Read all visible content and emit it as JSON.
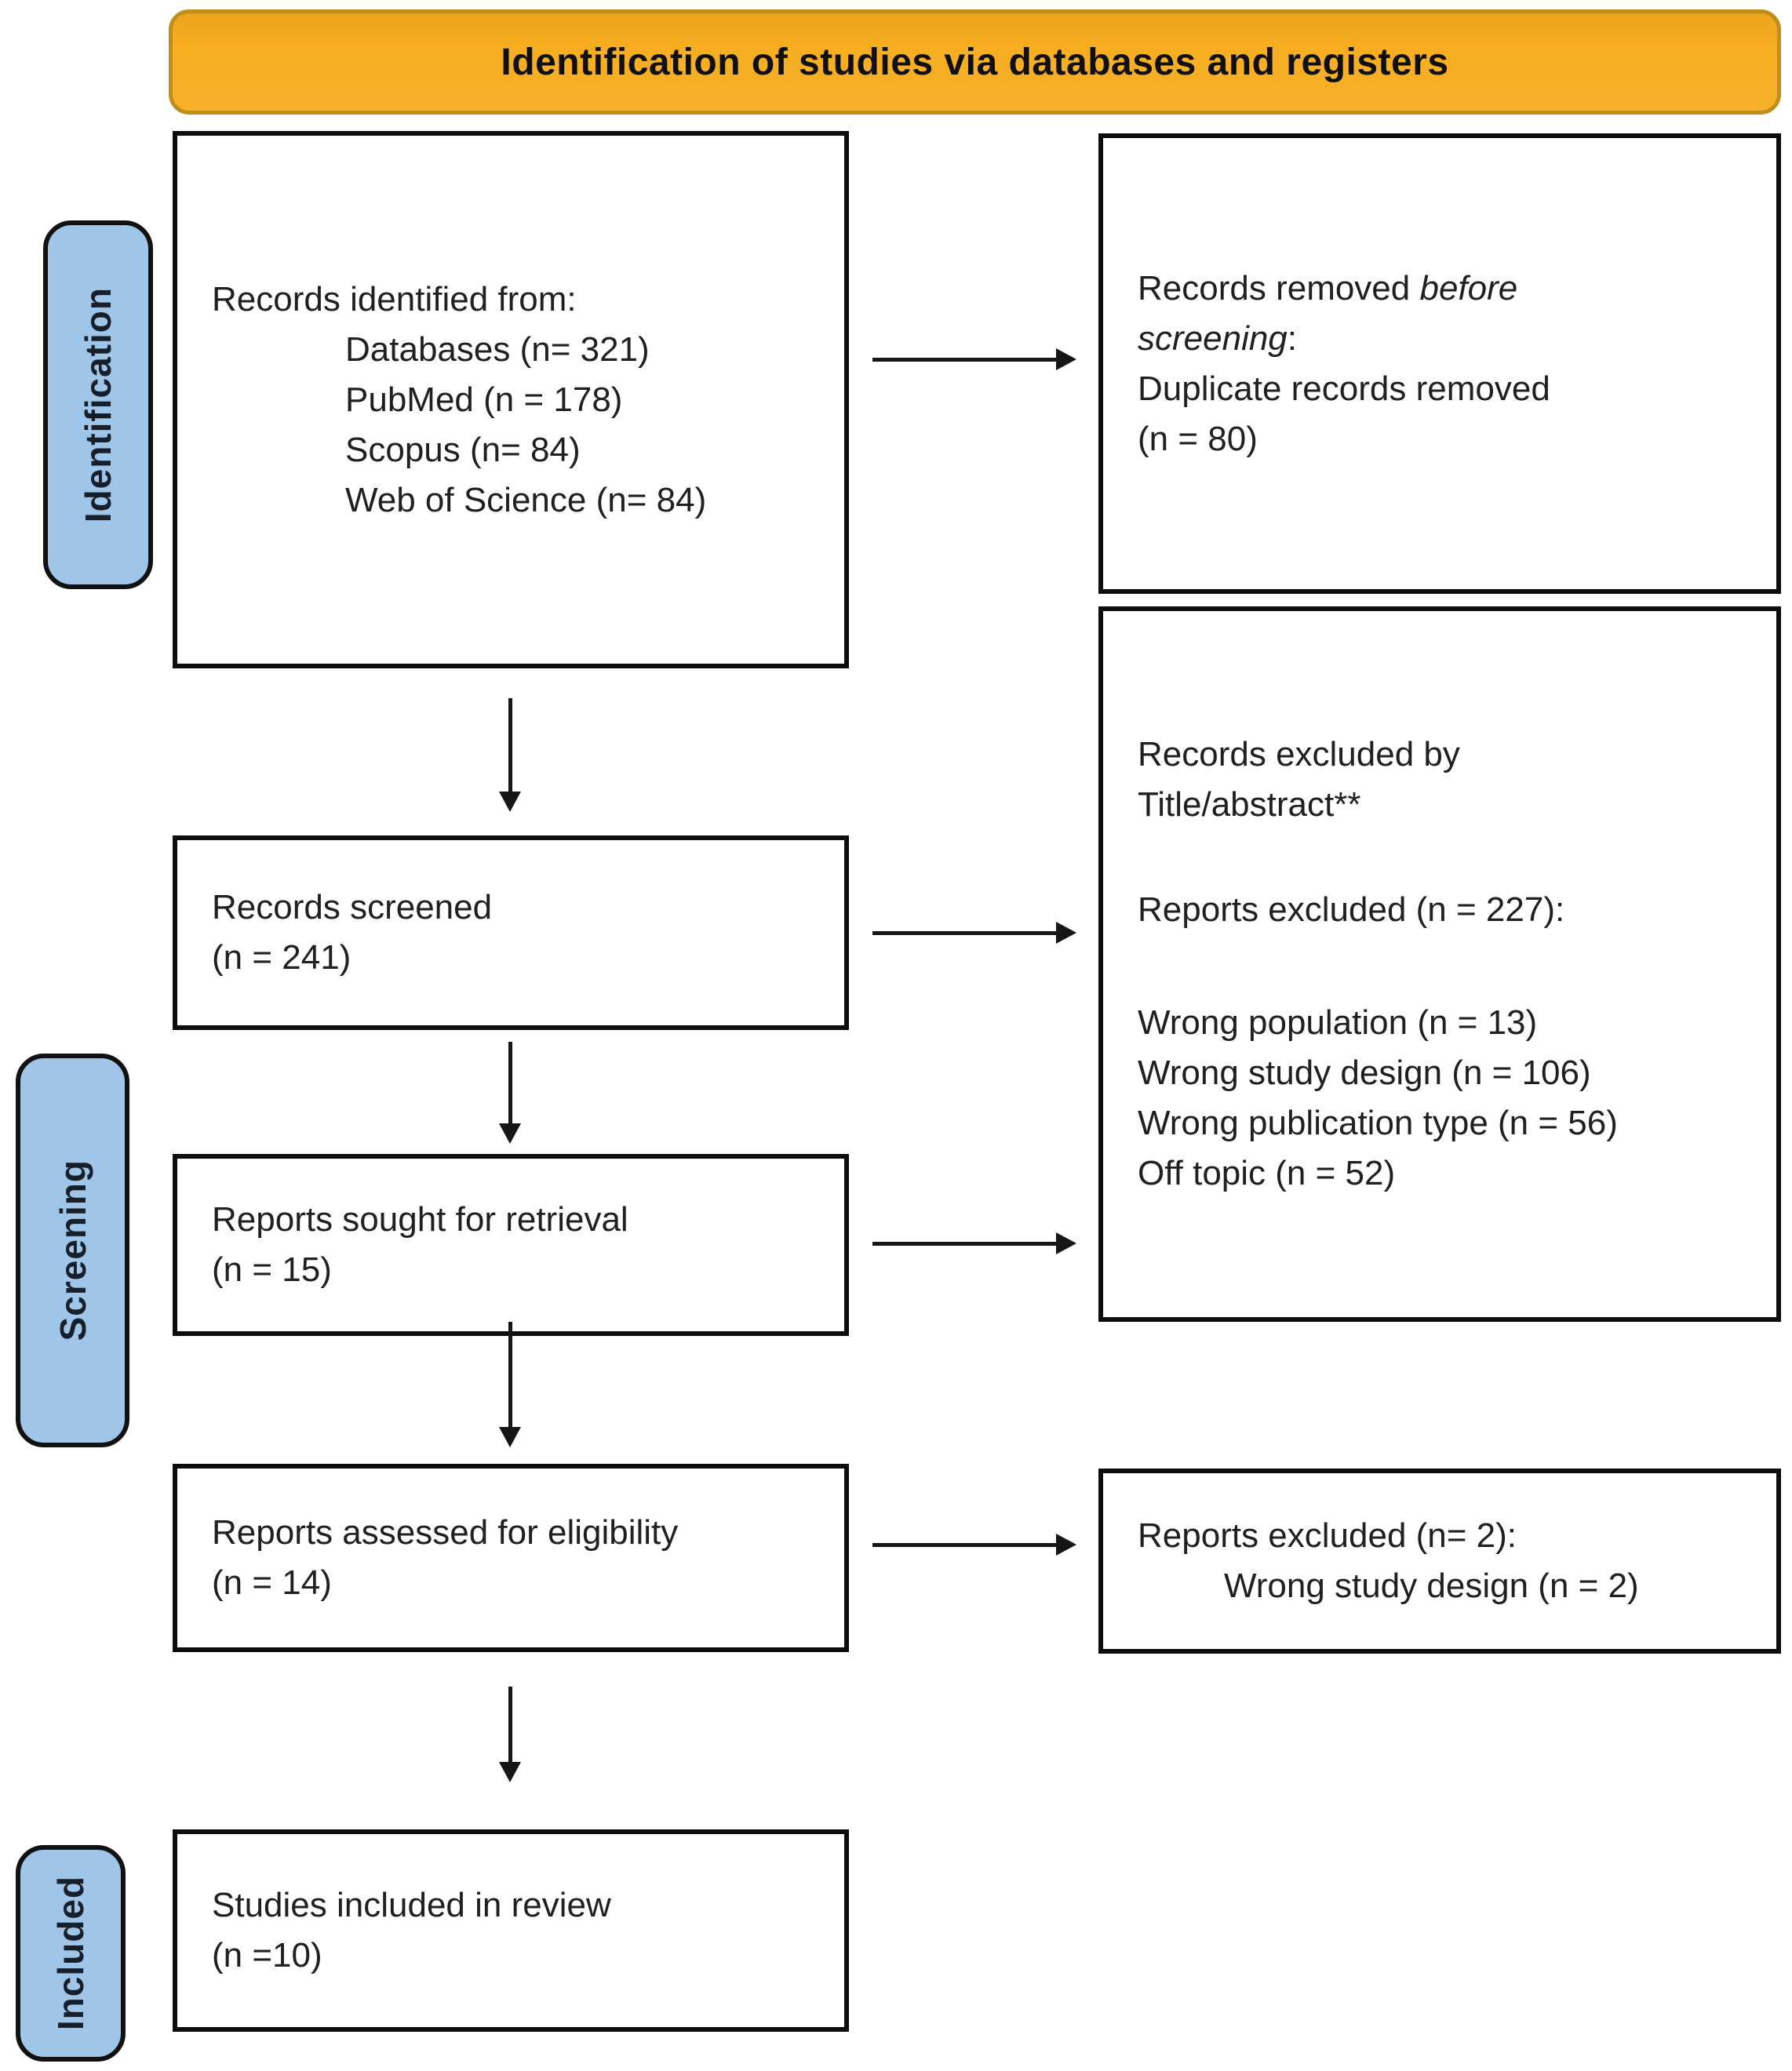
{
  "banner": {
    "title": "Identification of studies via databases and registers"
  },
  "side_labels": [
    {
      "id": "identification",
      "label": "Identification"
    },
    {
      "id": "screening",
      "label": "Screening"
    },
    {
      "id": "included",
      "label": "Included"
    }
  ],
  "boxes": {
    "records_identified": {
      "heading": "Records identified from:",
      "items": [
        "Databases (n= 321)",
        "PubMed (n = 178)",
        "Scopus (n= 84)",
        "Web of Science (n= 84)"
      ]
    },
    "records_removed": {
      "line1_normal": "Records removed ",
      "line1_italic": "before",
      "line2_italic": "screening",
      "line2_tail": ":",
      "line3": "Duplicate records removed",
      "line4": "(n = 80)"
    },
    "records_screened": {
      "line1": "Records screened",
      "line2": "(n = 241)"
    },
    "records_excluded": {
      "heading_line1": "Records excluded by",
      "heading_line2": "Title/abstract**",
      "subheading": "Reports excluded (n = 227):",
      "items": [
        "Wrong population (n = 13)",
        "Wrong study design (n = 106)",
        "Wrong publication type (n = 56)",
        "Off topic (n = 52)"
      ]
    },
    "reports_sought": {
      "line1": "Reports sought for retrieval",
      "line2": "(n = 15)"
    },
    "reports_assessed": {
      "line1": "Reports assessed for eligibility",
      "line2": "(n = 14)"
    },
    "reports_excluded": {
      "line1": "Reports excluded (n= 2):",
      "line2": "Wrong study design (n = 2)"
    },
    "studies_included": {
      "line1": "Studies included in review",
      "line2": "(n =10)"
    }
  },
  "colors": {
    "banner_fill": "#F6AD20",
    "banner_border": "#BD8E1A",
    "side_label_fill": "#9FC5E8",
    "box_border": "#0D0D0D",
    "arrow": "#161616",
    "text": "#202020"
  }
}
